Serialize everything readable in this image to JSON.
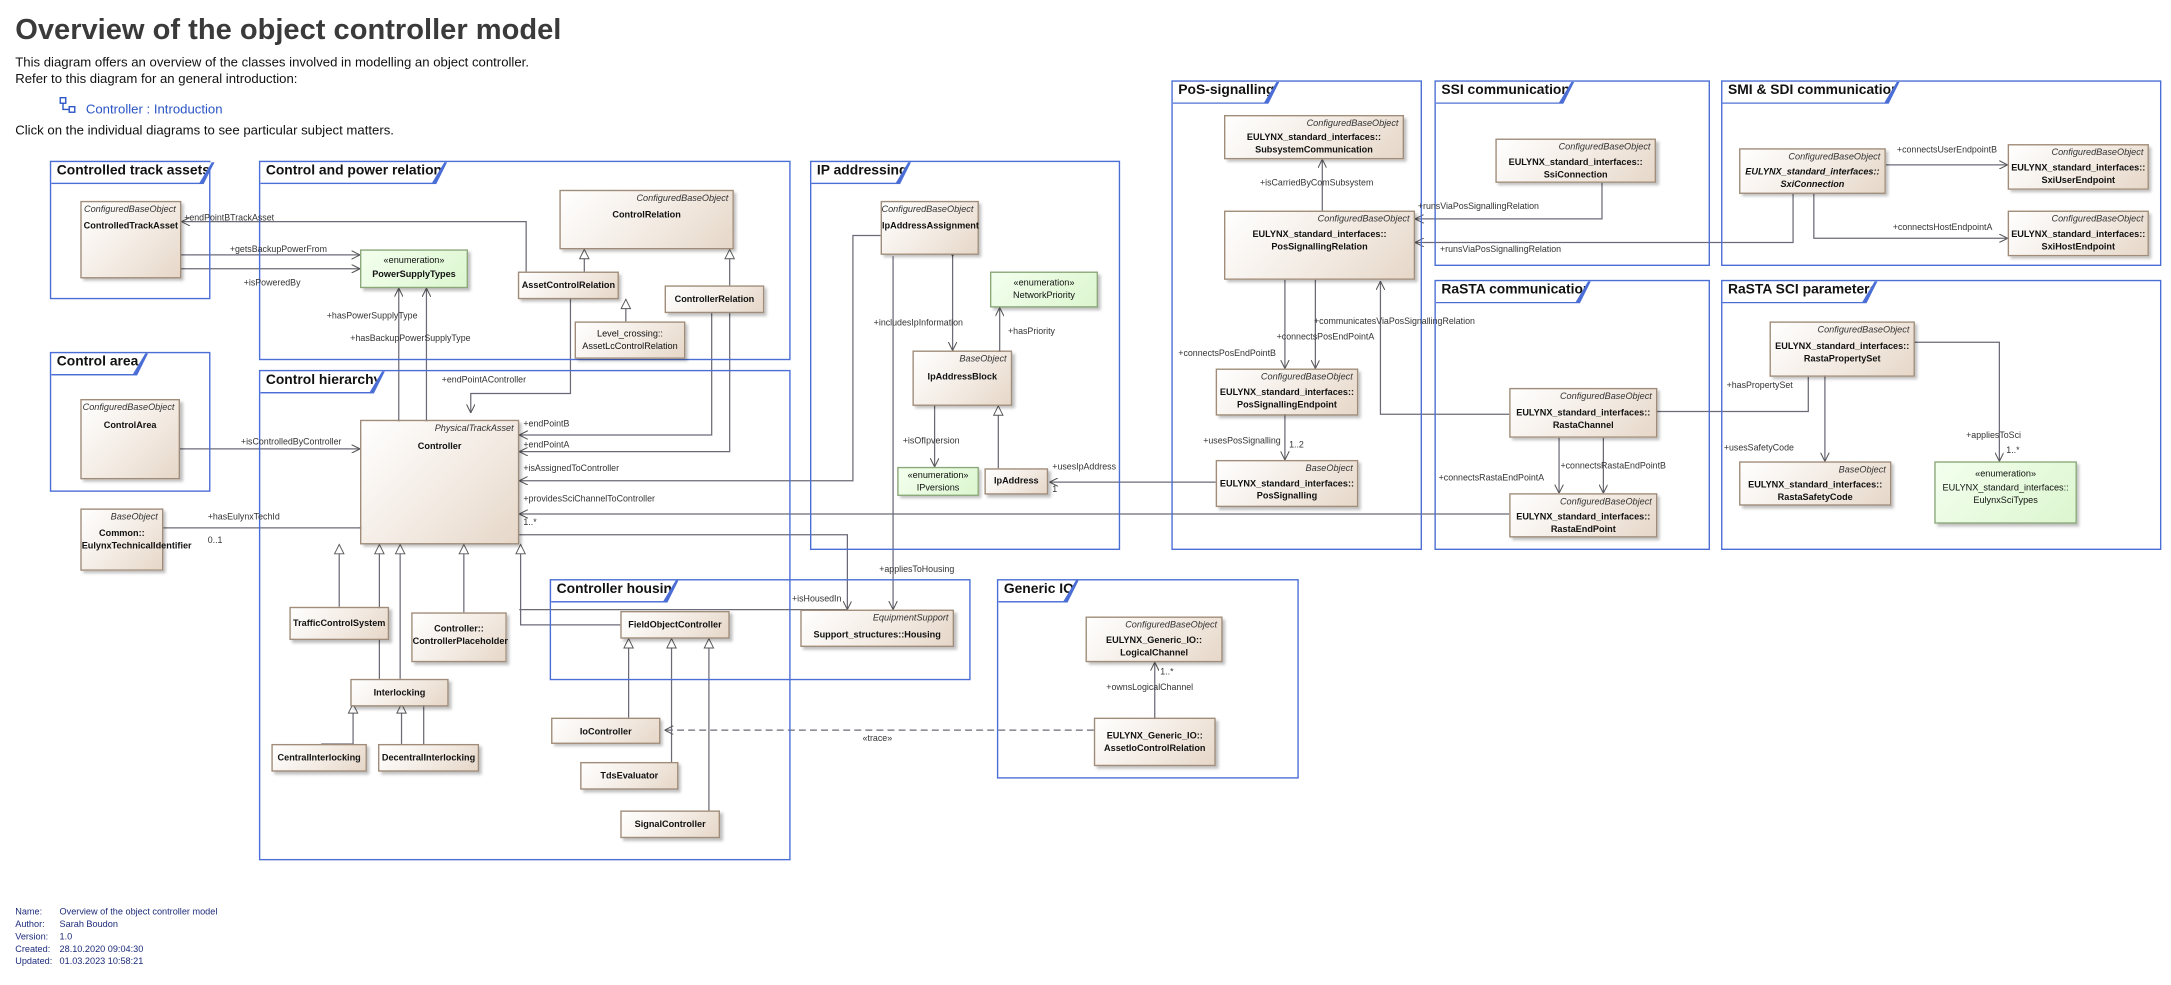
{
  "header": {
    "title": "Overview of the object controller model",
    "line1": "This diagram offers an overview of the classes involved in modelling an object controller.",
    "line2": "Refer to this diagram for an general introduction:",
    "link": "Controller : Introduction",
    "line3": "Click on the individual diagrams to see particular subject matters."
  },
  "frames": {
    "controlled_track_assets": "Controlled track assets",
    "control_power": "Control and power relation",
    "control_area": "Control area",
    "control_hierarchy": "Control hierarchy",
    "controller_housing": "Controller housing",
    "ip_addressing": "IP addressing",
    "generic_io": "Generic IO",
    "pos_signalling": "PoS-signalling",
    "ssi": "SSI communication",
    "smi_sdi": "SMI & SDI communication",
    "rasta_comm": "RaSTA communication",
    "rasta_sci": "RaSTA SCI parameters"
  },
  "classes": {
    "controlled_track_asset": {
      "stereo": "ConfiguredBaseObject",
      "name": "ControlledTrackAsset"
    },
    "power_supply_types": {
      "stereo": "«enumeration»",
      "name": "PowerSupplyTypes"
    },
    "control_relation": {
      "stereo": "ConfiguredBaseObject",
      "name": "ControlRelation"
    },
    "asset_control_relation": {
      "name": "AssetControlRelation"
    },
    "controller_relation": {
      "name": "ControllerRelation"
    },
    "level_crossing": {
      "name": "Level_crossing::\nAssetLcControlRelation"
    },
    "control_area_cls": {
      "stereo": "ConfiguredBaseObject",
      "name": "ControlArea"
    },
    "controller": {
      "stereo": "PhysicalTrackAsset",
      "name": "Controller"
    },
    "common_eulynx": {
      "stereo": "BaseObject",
      "name": "Common::\nEulynxTechnicalIdentifier"
    },
    "traffic_control_system": {
      "name": "TrafficControlSystem"
    },
    "controller_placeholder": {
      "name": "Controller::\nControllerPlaceholder"
    },
    "interlocking": {
      "name": "Interlocking"
    },
    "central_interlocking": {
      "name": "CentralInterlocking"
    },
    "decentral_interlocking": {
      "name": "DecentralInterlocking"
    },
    "field_object_controller": {
      "name": "FieldObjectController"
    },
    "io_controller": {
      "name": "IoController"
    },
    "tds_evaluator": {
      "name": "TdsEvaluator"
    },
    "signal_controller": {
      "name": "SignalController"
    },
    "housing": {
      "stereo": "EquipmentSupport",
      "name": "Support_structures::Housing"
    },
    "ip_address_assignment": {
      "stereo": "ConfiguredBaseObject",
      "name": "IpAddressAssignment"
    },
    "network_priority": {
      "stereo": "«enumeration»",
      "name": "NetworkPriority"
    },
    "ip_address_block": {
      "stereo": "BaseObject",
      "name": "IpAddressBlock"
    },
    "ipversions": {
      "stereo": "«enumeration»",
      "name": "IPversions"
    },
    "ip_address": {
      "name": "IpAddress"
    },
    "logical_channel": {
      "stereo": "ConfiguredBaseObject",
      "name": "EULYNX_Generic_IO::\nLogicalChannel"
    },
    "asset_io_control_relation": {
      "name": "EULYNX_Generic_IO::\nAssetIoControlRelation"
    },
    "subsystem_communication": {
      "stereo": "ConfiguredBaseObject",
      "name": "EULYNX_standard_interfaces::\nSubsystemCommunication"
    },
    "pos_signalling_relation": {
      "stereo": "ConfiguredBaseObject",
      "name": "EULYNX_standard_interfaces::\nPosSignallingRelation"
    },
    "pos_signalling_endpoint": {
      "stereo": "ConfiguredBaseObject",
      "name": "EULYNX_standard_interfaces::\nPosSignallingEndpoint"
    },
    "pos_signalling": {
      "stereo": "BaseObject",
      "name": "EULYNX_standard_interfaces::\nPosSignalling"
    },
    "ssi_connection": {
      "stereo": "ConfiguredBaseObject",
      "name": "EULYNX_standard_interfaces::\nSsiConnection"
    },
    "sxi_connection": {
      "stereo": "ConfiguredBaseObject",
      "name": "EULYNX_standard_interfaces::\nSxiConnection"
    },
    "sxi_user_endpoint": {
      "stereo": "ConfiguredBaseObject",
      "name": "EULYNX_standard_interfaces::\nSxiUserEndpoint"
    },
    "sxi_host_endpoint": {
      "stereo": "ConfiguredBaseObject",
      "name": "EULYNX_standard_interfaces::\nSxiHostEndpoint"
    },
    "rasta_channel": {
      "stereo": "ConfiguredBaseObject",
      "name": "EULYNX_standard_interfaces::\nRastaChannel"
    },
    "rasta_end_point": {
      "stereo": "ConfiguredBaseObject",
      "name": "EULYNX_standard_interfaces::\nRastaEndPoint"
    },
    "rasta_property_set": {
      "stereo": "ConfiguredBaseObject",
      "name": "EULYNX_standard_interfaces::\nRastaPropertySet"
    },
    "rasta_safety_code": {
      "stereo": "BaseObject",
      "name": "EULYNX_standard_interfaces::\nRastaSafetyCode"
    },
    "eulynx_sci_types": {
      "stereo": "«enumeration»",
      "name": "EULYNX_standard_interfaces::\nEulynxSciTypes"
    }
  },
  "labels": {
    "endPointBTrackAsset": "+endPointBTrackAsset",
    "getsBackupPowerFrom": "+getsBackupPowerFrom",
    "isPoweredBy": "+isPoweredBy",
    "hasPowerSupplyType": "+hasPowerSupplyType",
    "hasBackupPowerSupplyType": "+hasBackupPowerSupplyType",
    "endPointAController": "+endPointAController",
    "isControlledByController": "+isControlledByController",
    "endPointB": "+endPointB",
    "endPointA": "+endPointA",
    "isAssignedToController": "+isAssignedToController",
    "providesSciChannelToController": "+providesSciChannelToController",
    "mult_1_star": "1..*",
    "hasEulynxTechId": "+hasEulynxTechId",
    "mult_0_1": "0..1",
    "isHousedIn": "+isHousedIn",
    "appliesToHousing": "+appliesToHousing",
    "includesIpInformation": "+includesIpInformation",
    "hasPriority": "+hasPriority",
    "isOfIpversion": "+isOfIpversion",
    "usesIpAddress": "+usesIpAddress",
    "mult_1": "1",
    "trace": "«trace»",
    "ownsLogicalChannel": "+ownsLogicalChannel",
    "isCarriedByComSubsystem": "+isCarriedByComSubsystem",
    "runsViaPosSignallingRelation": "+runsViaPosSignallingRelation",
    "communicatesViaPosSignallingRelation": "+communicatesViaPosSignallingRelation",
    "connectsPosEndPointB": "+connectsPosEndPointB",
    "connectsPosEndPointA": "+connectsPosEndPointA",
    "usesPosSignalling": "+usesPosSignalling",
    "mult_1_2": "1..2",
    "connectsUserEndpointB": "+connectsUserEndpointB",
    "connectsHostEndpointA": "+connectsHostEndpointA",
    "connectsRastaEndPointB": "+connectsRastaEndPointB",
    "connectsRastaEndPointA": "+connectsRastaEndPointA",
    "hasPropertySet": "+hasPropertySet",
    "usesSafetyCode": "+usesSafetyCode",
    "appliesToSci": "+appliesToSci"
  },
  "meta": {
    "name_label": "Name:",
    "name": "Overview of the object controller model",
    "author_label": "Author:",
    "author": "Sarah Boudon",
    "version_label": "Version:",
    "version": "1.0",
    "created_label": "Created:",
    "created": "28.10.2020 09:04:30",
    "updated_label": "Updated:",
    "updated": "01.03.2023 10:58:21"
  },
  "colors": {
    "frame": "#4b6ed6",
    "enum_fill": "#dcf6cf",
    "class_fill": "#f3ebe3",
    "link": "#2a55c5"
  }
}
